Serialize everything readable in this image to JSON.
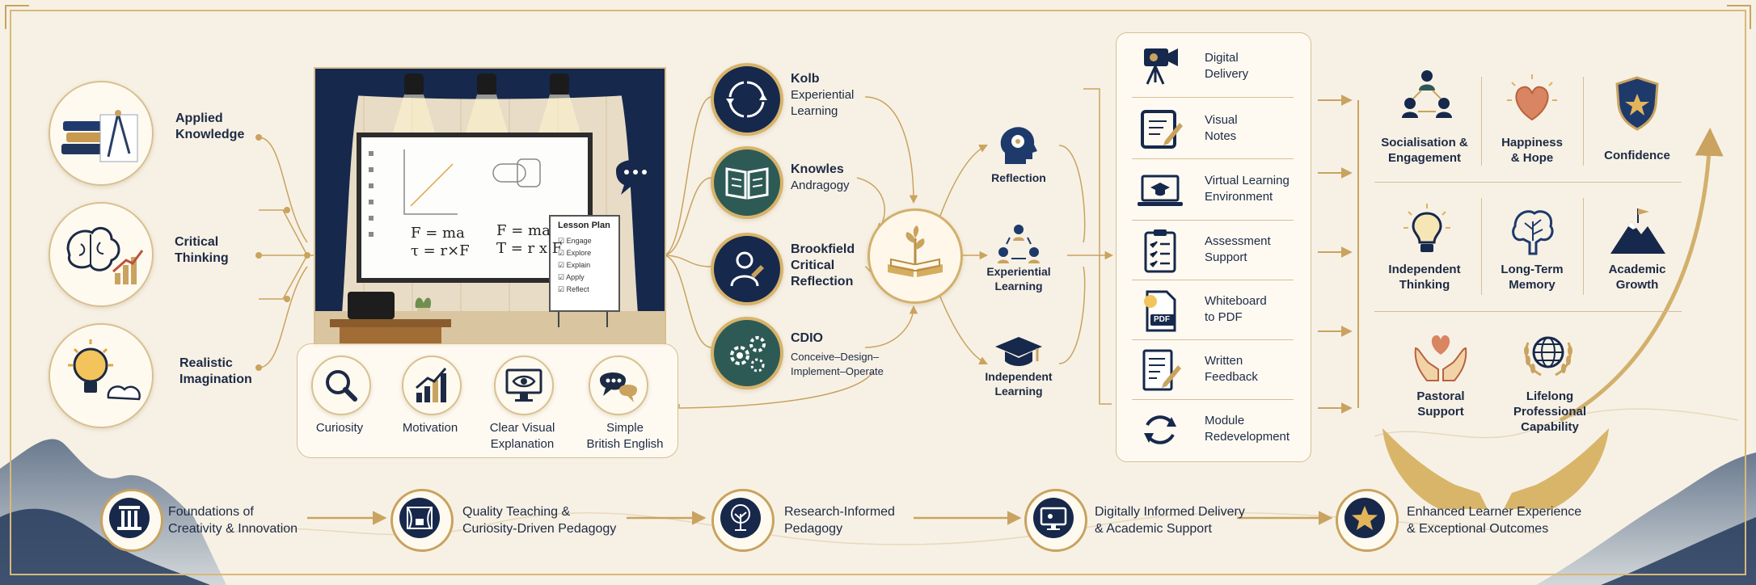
{
  "foundations": [
    {
      "label": "Applied\nKnowledge",
      "icon": "books-compass-icon"
    },
    {
      "label": "Critical\nThinking",
      "icon": "brain-chart-icon"
    },
    {
      "label": "Realistic\nImagination",
      "icon": "lightbulb-cloud-icon"
    }
  ],
  "classroom": {
    "formula1": "F = ma",
    "formula2": "τ = r×F",
    "formula3": "F = ma",
    "formula4": "T = r x F",
    "lesson_plan_title": "Lesson Plan",
    "lesson_plan_items": [
      "Engage",
      "Explore",
      "Explain",
      "Apply",
      "Reflect"
    ]
  },
  "qualities": [
    {
      "label": "Curiosity",
      "icon": "magnifier-icon"
    },
    {
      "label": "Motivation",
      "icon": "growth-chart-icon"
    },
    {
      "label": "Clear Visual\nExplanation",
      "icon": "monitor-eye-icon"
    },
    {
      "label": "Simple\nBritish English",
      "icon": "speech-bubbles-icon"
    }
  ],
  "models": [
    {
      "title": "Kolb",
      "subtitle": "Experiential\nLearning",
      "icon": "cycle-icon",
      "style": "navy"
    },
    {
      "title": "Knowles",
      "subtitle": "Andragogy",
      "icon": "open-book-icon",
      "style": "green"
    },
    {
      "title": "Brookfield",
      "subtitle": "Critical\nReflection",
      "icon": "person-reflect-icon",
      "style": "navy"
    },
    {
      "title": "CDIO",
      "subtitle": "Conceive–Design–\nImplement–Operate",
      "icon": "gears-icon",
      "style": "green"
    }
  ],
  "hub_icon": "book-sprout-icon",
  "learning_modes": [
    {
      "label": "Reflection",
      "icon": "head-bulb-icon"
    },
    {
      "label": "Experiential\nLearning",
      "icon": "people-cycle-icon"
    },
    {
      "label": "Independent\nLearning",
      "icon": "graduation-cap-icon"
    }
  ],
  "digital": [
    {
      "label": "Digital\nDelivery",
      "icon": "video-camera-icon"
    },
    {
      "label": "Visual\nNotes",
      "icon": "tablet-pen-icon"
    },
    {
      "label": "Virtual Learning\nEnvironment",
      "icon": "laptop-cap-icon"
    },
    {
      "label": "Assessment\nSupport",
      "icon": "clipboard-check-icon"
    },
    {
      "label": "Whiteboard\nto PDF",
      "icon": "pdf-file-icon"
    },
    {
      "label": "Written\nFeedback",
      "icon": "document-pen-icon"
    },
    {
      "label": "Module\nRedevelopment",
      "icon": "refresh-arrows-icon"
    }
  ],
  "pdf_text": "PDF",
  "outcomes": [
    {
      "label": "Socialisation &\nEngagement",
      "icon": "team-network-icon"
    },
    {
      "label": "Happiness\n& Hope",
      "icon": "heart-icon"
    },
    {
      "label": "Confidence",
      "icon": "shield-star-icon"
    },
    {
      "label": "Independent\nThinking",
      "icon": "head-bulb-icon"
    },
    {
      "label": "Long-Term\nMemory",
      "icon": "brain-tree-icon"
    },
    {
      "label": "Academic\nGrowth",
      "icon": "mountain-flag-icon"
    },
    {
      "label": "Pastoral\nSupport",
      "icon": "hands-heart-icon"
    },
    {
      "label": "Lifelong\nProfessional\nCapability",
      "icon": "globe-laurel-icon"
    }
  ],
  "pipeline": [
    {
      "label": "Foundations of\nCreativity & Innovation",
      "icon": "pillar-icon"
    },
    {
      "label": "Quality Teaching &\nCuriosity-Driven Pedagogy",
      "icon": "stage-icon"
    },
    {
      "label": "Research-Informed\nPedagogy",
      "icon": "tree-icon"
    },
    {
      "label": "Digitally Informed Delivery\n& Academic Support",
      "icon": "monitor-icon"
    },
    {
      "label": "Enhanced Learner Experience\n& Exceptional Outcomes",
      "icon": "star-icon"
    }
  ],
  "colors": {
    "navy": "#16284c",
    "gold": "#c9a35f",
    "cream": "#f7f1e5",
    "green": "#2e5a55"
  }
}
